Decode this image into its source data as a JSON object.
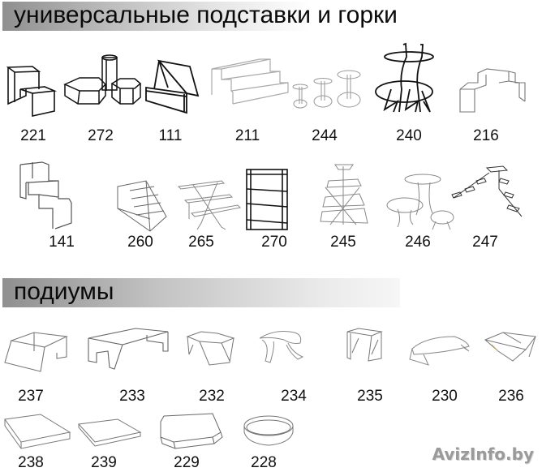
{
  "sections": [
    {
      "title": "универсальные подставки и горки",
      "rows": [
        {
          "items": [
            {
              "code": "221",
              "icon": "stepped-stand-2-tier"
            },
            {
              "code": "272",
              "icon": "hexagon-pedestal-set"
            },
            {
              "code": "111",
              "icon": "a-frame-card-holder"
            },
            {
              "code": "211",
              "icon": "3-step-riser"
            },
            {
              "code": "244",
              "icon": "round-pedestal-set"
            },
            {
              "code": "240",
              "icon": "two-tier-round-stand"
            },
            {
              "code": "216",
              "icon": "double-stepped-riser"
            }
          ]
        },
        {
          "items": [
            {
              "code": "141",
              "icon": "3-step-stairs"
            },
            {
              "code": "260",
              "icon": "stepped-box-display"
            },
            {
              "code": "265",
              "icon": "tiered-shelf-stand"
            },
            {
              "code": "270",
              "icon": "shelving-rack"
            },
            {
              "code": "245",
              "icon": "tiered-tower-stand"
            },
            {
              "code": "246",
              "icon": "mushroom-table-set"
            },
            {
              "code": "247",
              "icon": "corner-stairs-display"
            }
          ]
        }
      ]
    },
    {
      "title": "подиумы",
      "rows": [
        {
          "items": [
            {
              "code": "237",
              "icon": "bent-podium"
            },
            {
              "code": "233",
              "icon": "wide-cutout-podium"
            },
            {
              "code": "232",
              "icon": "hexagon-podium"
            },
            {
              "code": "234",
              "icon": "curved-podium"
            },
            {
              "code": "235",
              "icon": "cube-podium"
            },
            {
              "code": "230",
              "icon": "oval-podium"
            },
            {
              "code": "236",
              "icon": "folded-star-podium"
            }
          ]
        },
        {
          "items": [
            {
              "code": "238",
              "icon": "square-bevel-base"
            },
            {
              "code": "239",
              "icon": "square-flat-base"
            },
            {
              "code": "229",
              "icon": "octagon-base"
            },
            {
              "code": "228",
              "icon": "round-base"
            }
          ]
        }
      ]
    }
  ],
  "watermark": "AvizInfo.by"
}
